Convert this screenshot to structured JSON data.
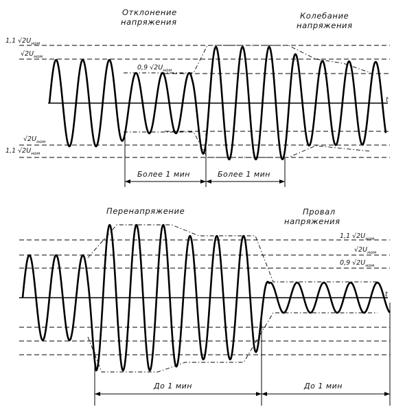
{
  "top": {
    "title_left_line1": "Отклонение",
    "title_left_line2": "напряжения",
    "title_right_line1": "Колебание",
    "title_right_line2": "напряжения",
    "label_11_top": "1,1 √2U",
    "label_nom_top": "√2U",
    "label_09": "0,9 √2U",
    "label_nom_bottom": "√2U",
    "label_11_bottom": "1,1 √2U",
    "sub_nom": "ном",
    "axis_t": "t",
    "duration_1": "Более 1 мин",
    "duration_2": "Более 1 мин"
  },
  "bottom": {
    "title_left": "Перенапряжение",
    "title_right_line1": "Провал",
    "title_right_line2": "напряжения",
    "label_11": "1,1 √2U",
    "label_nom": "√2U",
    "label_09": "0,9 √2U",
    "sub_nom": "ном",
    "axis_t": "t",
    "duration_1": "До 1 мин",
    "duration_2": "До 1 мин"
  }
}
